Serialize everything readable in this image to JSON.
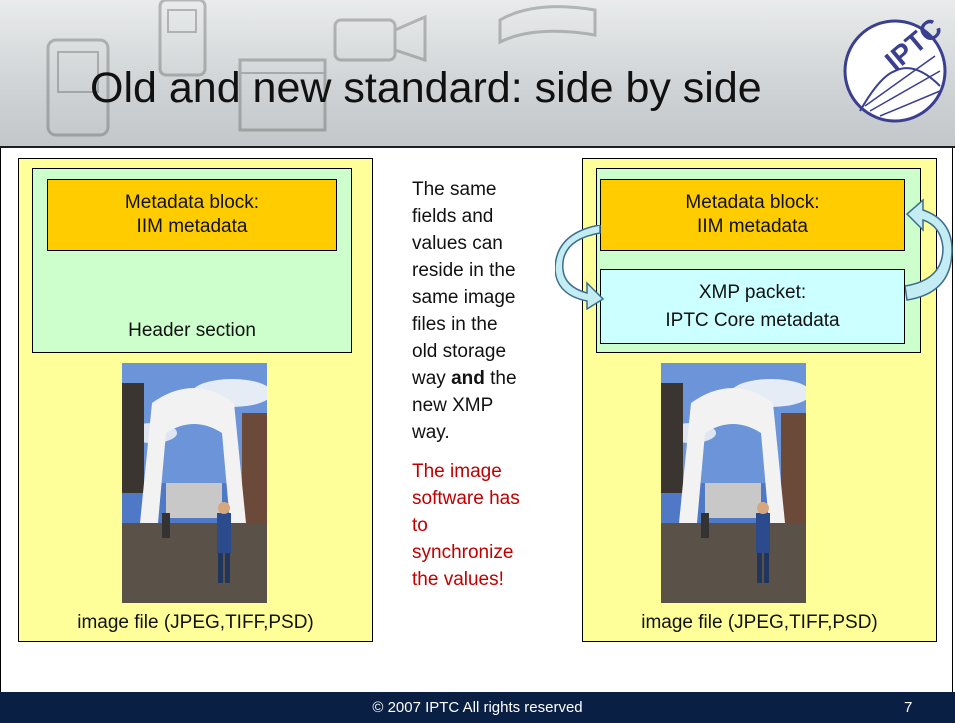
{
  "title": "Old and new standard: side by side",
  "left_panel": {
    "metadata_block_line1": "Metadata block:",
    "metadata_block_line2": "IIM metadata",
    "header_section": "Header section",
    "image_file_label": "image file (JPEG,TIFF,PSD)"
  },
  "right_panel": {
    "metadata_block_line1": "Metadata block:",
    "metadata_block_line2": "IIM metadata",
    "xmp_line1": "XMP packet:",
    "xmp_line2": "IPTC Core metadata",
    "image_file_label": "image file (JPEG,TIFF,PSD)"
  },
  "middle_text": {
    "lines": [
      "The same",
      "fields and",
      "values can",
      "reside in the",
      "same image",
      "files in the",
      "old storage"
    ],
    "way_prefix": "way ",
    "way_bold": "and",
    "way_suffix": " the",
    "lines2": [
      "new XMP",
      "way."
    ],
    "red_lines": [
      "The image",
      "software has",
      "to",
      "synchronize",
      "the values!"
    ]
  },
  "footer": {
    "copyright": "© 2007 IPTC All rights reserved",
    "page_number": "7"
  },
  "logo": {
    "text": "IPTC",
    "icon": "iptc-logo-icon"
  },
  "colors": {
    "yellow": "#ffff99",
    "green": "#ccffcc",
    "orange": "#ffcc00",
    "cyan": "#ccffff",
    "red_text": "#c00000",
    "footer_bg": "#0a1f44",
    "logo_blue": "#3a3f8f"
  }
}
